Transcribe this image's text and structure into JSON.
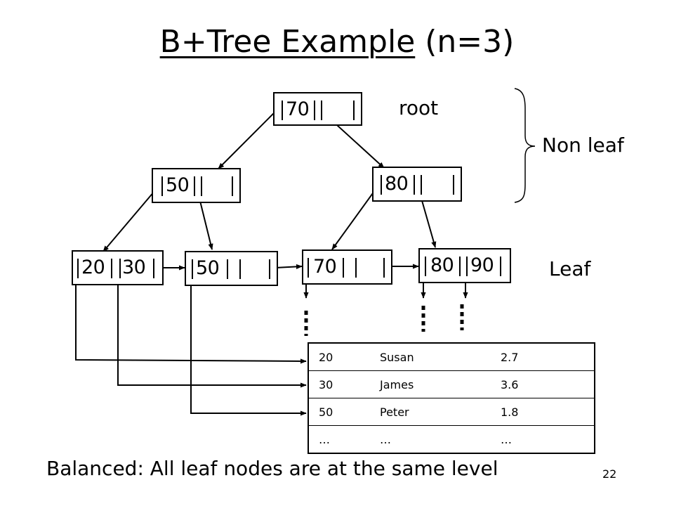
{
  "slide": {
    "title_underlined": "B+Tree Example",
    "title_rest": " (n=3)",
    "footer": "Balanced: All leaf nodes are at the same level",
    "page_number": "22"
  },
  "labels": {
    "root": "root",
    "non_leaf": "Non leaf",
    "leaf": "Leaf"
  },
  "tree": {
    "root": {
      "keys": [
        "70",
        ""
      ]
    },
    "internal_left": {
      "keys": [
        "50",
        ""
      ]
    },
    "internal_right": {
      "keys": [
        "80",
        ""
      ]
    },
    "leaf_1": {
      "keys": [
        "20",
        "30"
      ]
    },
    "leaf_2": {
      "keys": [
        "50",
        ""
      ]
    },
    "leaf_3": {
      "keys": [
        "70",
        ""
      ]
    },
    "leaf_4": {
      "keys": [
        "80",
        "90"
      ]
    }
  },
  "records": {
    "rows": [
      [
        "20",
        "Susan",
        "2.7"
      ],
      [
        "30",
        "James",
        "3.6"
      ],
      [
        "50",
        "Peter",
        "1.8"
      ],
      [
        "…",
        "…",
        "…"
      ]
    ]
  }
}
